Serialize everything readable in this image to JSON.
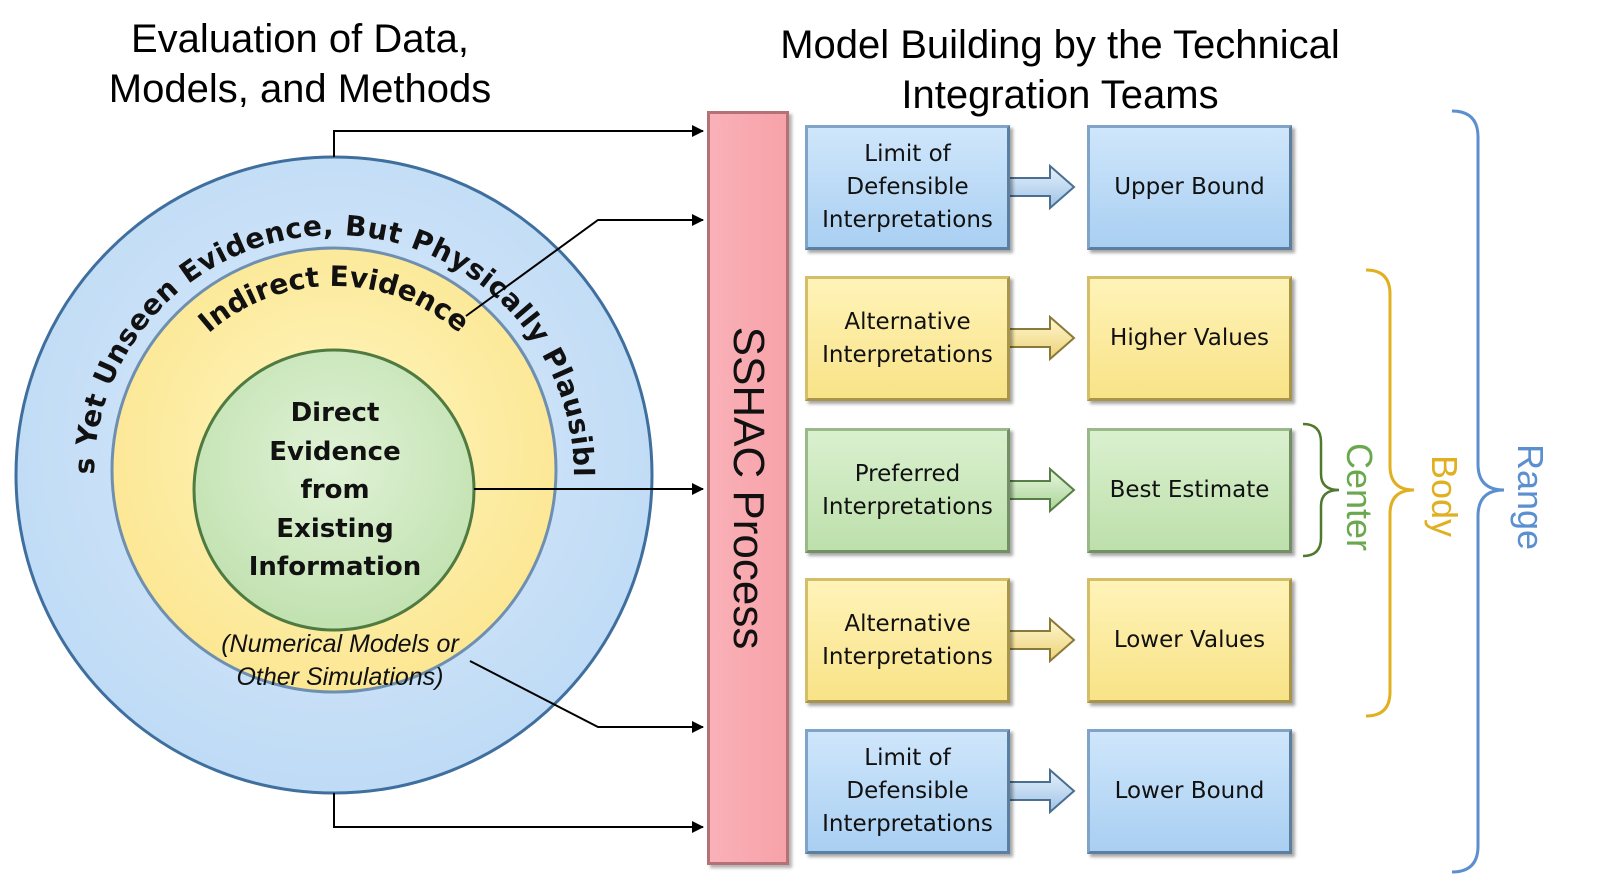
{
  "left_heading": "Evaluation of Data,\nModels, and Methods",
  "right_heading": "Model Building by the Technical\nIntegration Teams",
  "circles": {
    "outer_label": "As Yet Unseen Evidence, But Physically Plausible",
    "middle_label": "Indirect Evidence",
    "middle_note": "(Numerical Models or\nOther Simulations)",
    "core_lines": [
      "Direct",
      "Evidence",
      "from",
      "Existing",
      "Information"
    ]
  },
  "process_label": "SSHAC Process",
  "rows": [
    {
      "interpretation": "Limit of\nDefensible\nInterpretations",
      "outcome": "Upper Bound",
      "color": "blue"
    },
    {
      "interpretation": "Alternative\nInterpretations",
      "outcome": "Higher Values",
      "color": "yellow"
    },
    {
      "interpretation": "Preferred\nInterpretations",
      "outcome": "Best Estimate",
      "color": "green"
    },
    {
      "interpretation": "Alternative\nInterpretations",
      "outcome": "Lower Values",
      "color": "yellow"
    },
    {
      "interpretation": "Limit of\nDefensible\nInterpretations",
      "outcome": "Lower Bound",
      "color": "blue"
    }
  ],
  "brackets": {
    "center": {
      "label": "Center",
      "color": "#6aa84f"
    },
    "body": {
      "label": "Body",
      "color": "#e0b020"
    },
    "range": {
      "label": "Range",
      "color": "#5b8fd0"
    }
  },
  "colors": {
    "outer_circle": "#cde3f8",
    "middle_circle": "#fff1a8",
    "inner_circle": "#cfe8bf",
    "process_bar": "#f8aab0"
  }
}
